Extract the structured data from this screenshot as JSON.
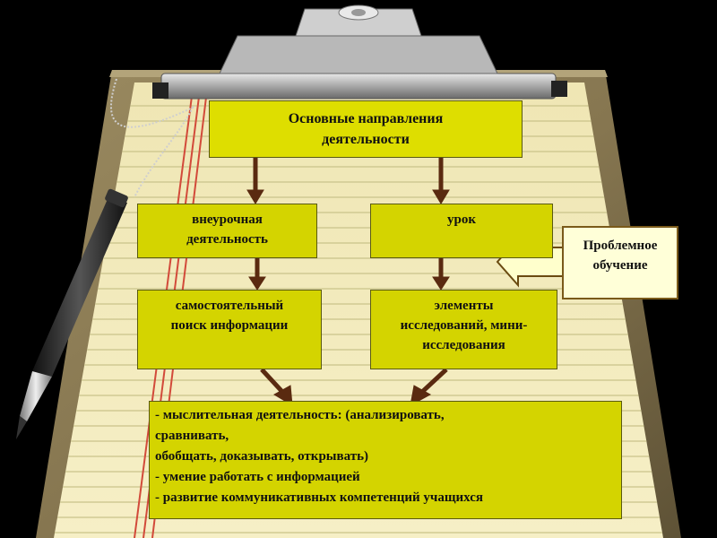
{
  "diagram": {
    "title": "Основные направления\nдеятельности",
    "extracurricular": "внеурочная\nдеятельность",
    "lesson": "урок",
    "independent_search": "самостоятельный\nпоиск информации",
    "research_elements": "элементы\nисследований, мини-\nисследования",
    "problem_learning": "Проблемное\nобучение",
    "outcomes": [
      " - мыслительная деятельность: (анализировать,",
      "сравнивать,",
      "обобщать, доказывать, открывать)",
      "- умение работать с информацией",
      "- развитие коммуникативных компетенций учащихся"
    ]
  },
  "colors": {
    "box_fill": "#d4d400",
    "problem_fill": "#ffffd8",
    "arrow_brown": "#5a2a10",
    "problem_arrow": "#ffffcc",
    "paper": "#f2e9b8",
    "board": "#8a7a52",
    "margin_line": "#d24a3a",
    "rule_line": "#c9c38a"
  },
  "icons": [
    "clipboard-clip-icon",
    "pen-icon"
  ]
}
